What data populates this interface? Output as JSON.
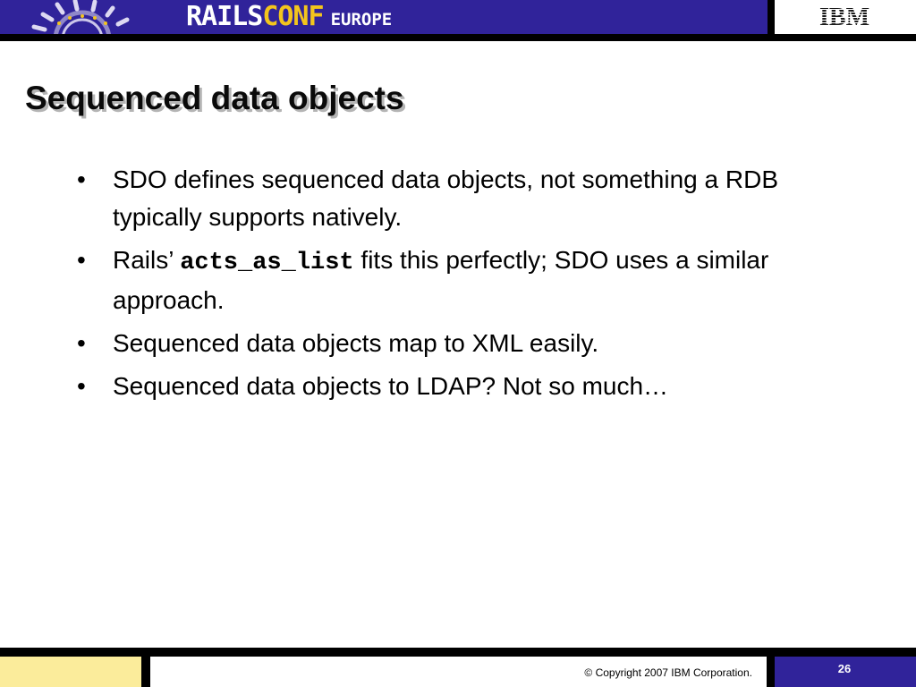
{
  "header": {
    "logo": {
      "part1": "RAILS",
      "part2": "CONF",
      "part3": "EUROPE"
    },
    "sponsor_logo": "IBM"
  },
  "slide": {
    "title": "Sequenced data objects",
    "bullets": [
      {
        "text": "SDO defines sequenced data objects, not something a RDB typically supports natively."
      },
      {
        "prefix": "Rails’ ",
        "code": "acts_as_list",
        "suffix": " fits this perfectly; SDO uses a similar approach."
      },
      {
        "text": "Sequenced data objects map to XML easily."
      },
      {
        "text": "Sequenced data objects to LDAP?  Not so much…"
      }
    ]
  },
  "footer": {
    "copyright": "© Copyright 2007 IBM Corporation.",
    "page_number": "26"
  },
  "colors": {
    "band": "#30239a",
    "accent_yellow": "#f3c51d",
    "footer_yellow": "#fbec9b"
  }
}
